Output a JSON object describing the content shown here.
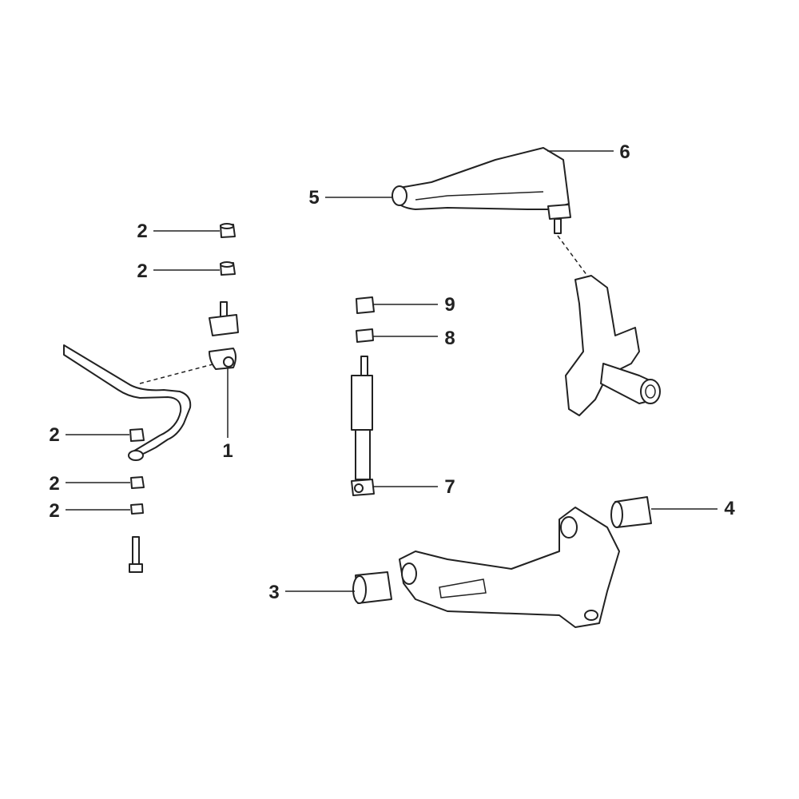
{
  "callouts": [
    {
      "id": "c1",
      "number": "1"
    },
    {
      "id": "c2a",
      "number": "2"
    },
    {
      "id": "c2b",
      "number": "2"
    },
    {
      "id": "c2c",
      "number": "2"
    },
    {
      "id": "c2d",
      "number": "2"
    },
    {
      "id": "c2e",
      "number": "2"
    },
    {
      "id": "c3",
      "number": "3"
    },
    {
      "id": "c4",
      "number": "4"
    },
    {
      "id": "c5",
      "number": "5"
    },
    {
      "id": "c6",
      "number": "6"
    },
    {
      "id": "c7",
      "number": "7"
    },
    {
      "id": "c8",
      "number": "8"
    },
    {
      "id": "c9",
      "number": "9"
    }
  ]
}
